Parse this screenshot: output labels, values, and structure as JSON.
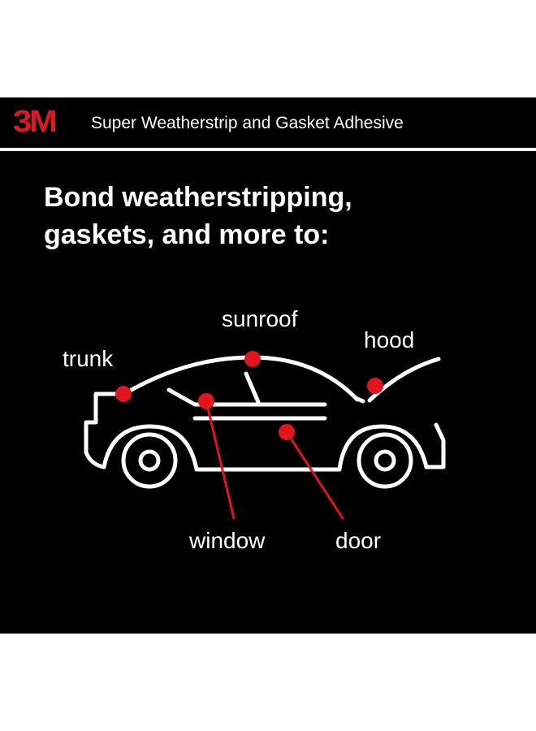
{
  "brand": {
    "logo_text": "3M",
    "logo_color": "#d91a21"
  },
  "header": {
    "title": "Super Weatherstrip and Gasket Adhesive"
  },
  "headline": {
    "line1": "Bond weatherstripping,",
    "line2": "gaskets, and more to:"
  },
  "labels": {
    "trunk": "trunk",
    "sunroof": "sunroof",
    "hood": "hood",
    "window": "window",
    "door": "door"
  },
  "colors": {
    "background": "#000000",
    "marker": "#e0161e",
    "line": "#ffffff"
  }
}
